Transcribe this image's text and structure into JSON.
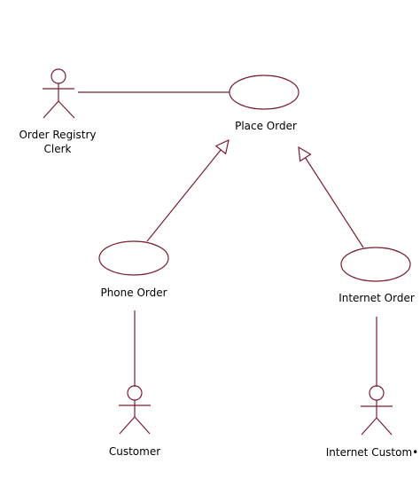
{
  "diagram": {
    "type": "uml-use-case",
    "line_color": "#7b1e2e",
    "actors": [
      {
        "id": "order-registry-clerk",
        "label_line1": "Order Registry",
        "label_line2": "Clerk"
      },
      {
        "id": "customer",
        "label": "Customer"
      },
      {
        "id": "internet-customer",
        "label": "Internet Custom•"
      }
    ],
    "use_cases": [
      {
        "id": "place-order",
        "label": "Place Order"
      },
      {
        "id": "phone-order",
        "label": "Phone Order"
      },
      {
        "id": "internet-order",
        "label": "Internet Order"
      }
    ],
    "associations": [
      {
        "from": "order-registry-clerk",
        "to": "place-order"
      },
      {
        "from": "phone-order",
        "to": "customer"
      },
      {
        "from": "internet-order",
        "to": "internet-customer"
      }
    ],
    "generalizations": [
      {
        "child": "phone-order",
        "parent": "place-order"
      },
      {
        "child": "internet-order",
        "parent": "place-order"
      }
    ]
  }
}
